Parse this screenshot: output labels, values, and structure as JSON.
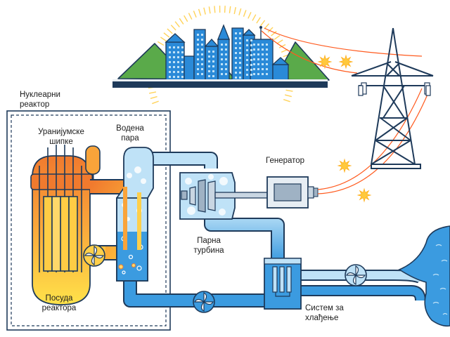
{
  "labels": {
    "reactor": [
      "Нуклеарни",
      "реактор"
    ],
    "rods": [
      "Уранијумске",
      "шипке"
    ],
    "water_steam": [
      "Водена",
      "пара"
    ],
    "vessel": [
      "Посуда",
      "реактора"
    ],
    "generator": "Генератор",
    "turbine": [
      "Парна",
      "турбина"
    ],
    "cooling": [
      "Систем за",
      "хлађење"
    ]
  },
  "colors": {
    "water_blue": "#3b9be0",
    "light_blue": "#bfe2f7",
    "reactor_orange": "#f07a2e",
    "reactor_yellow": "#ffd23c",
    "outline": "#1e3a5a",
    "grass": "#5aaa4a",
    "buildings": "#2a8ad8",
    "power_line": "#ff5a1e",
    "spark": "#ffc93c"
  },
  "icons": [
    "sun-rays-icon",
    "city-icon",
    "pylon-icon",
    "fan-icon",
    "spark-icon",
    "lake-icon"
  ]
}
